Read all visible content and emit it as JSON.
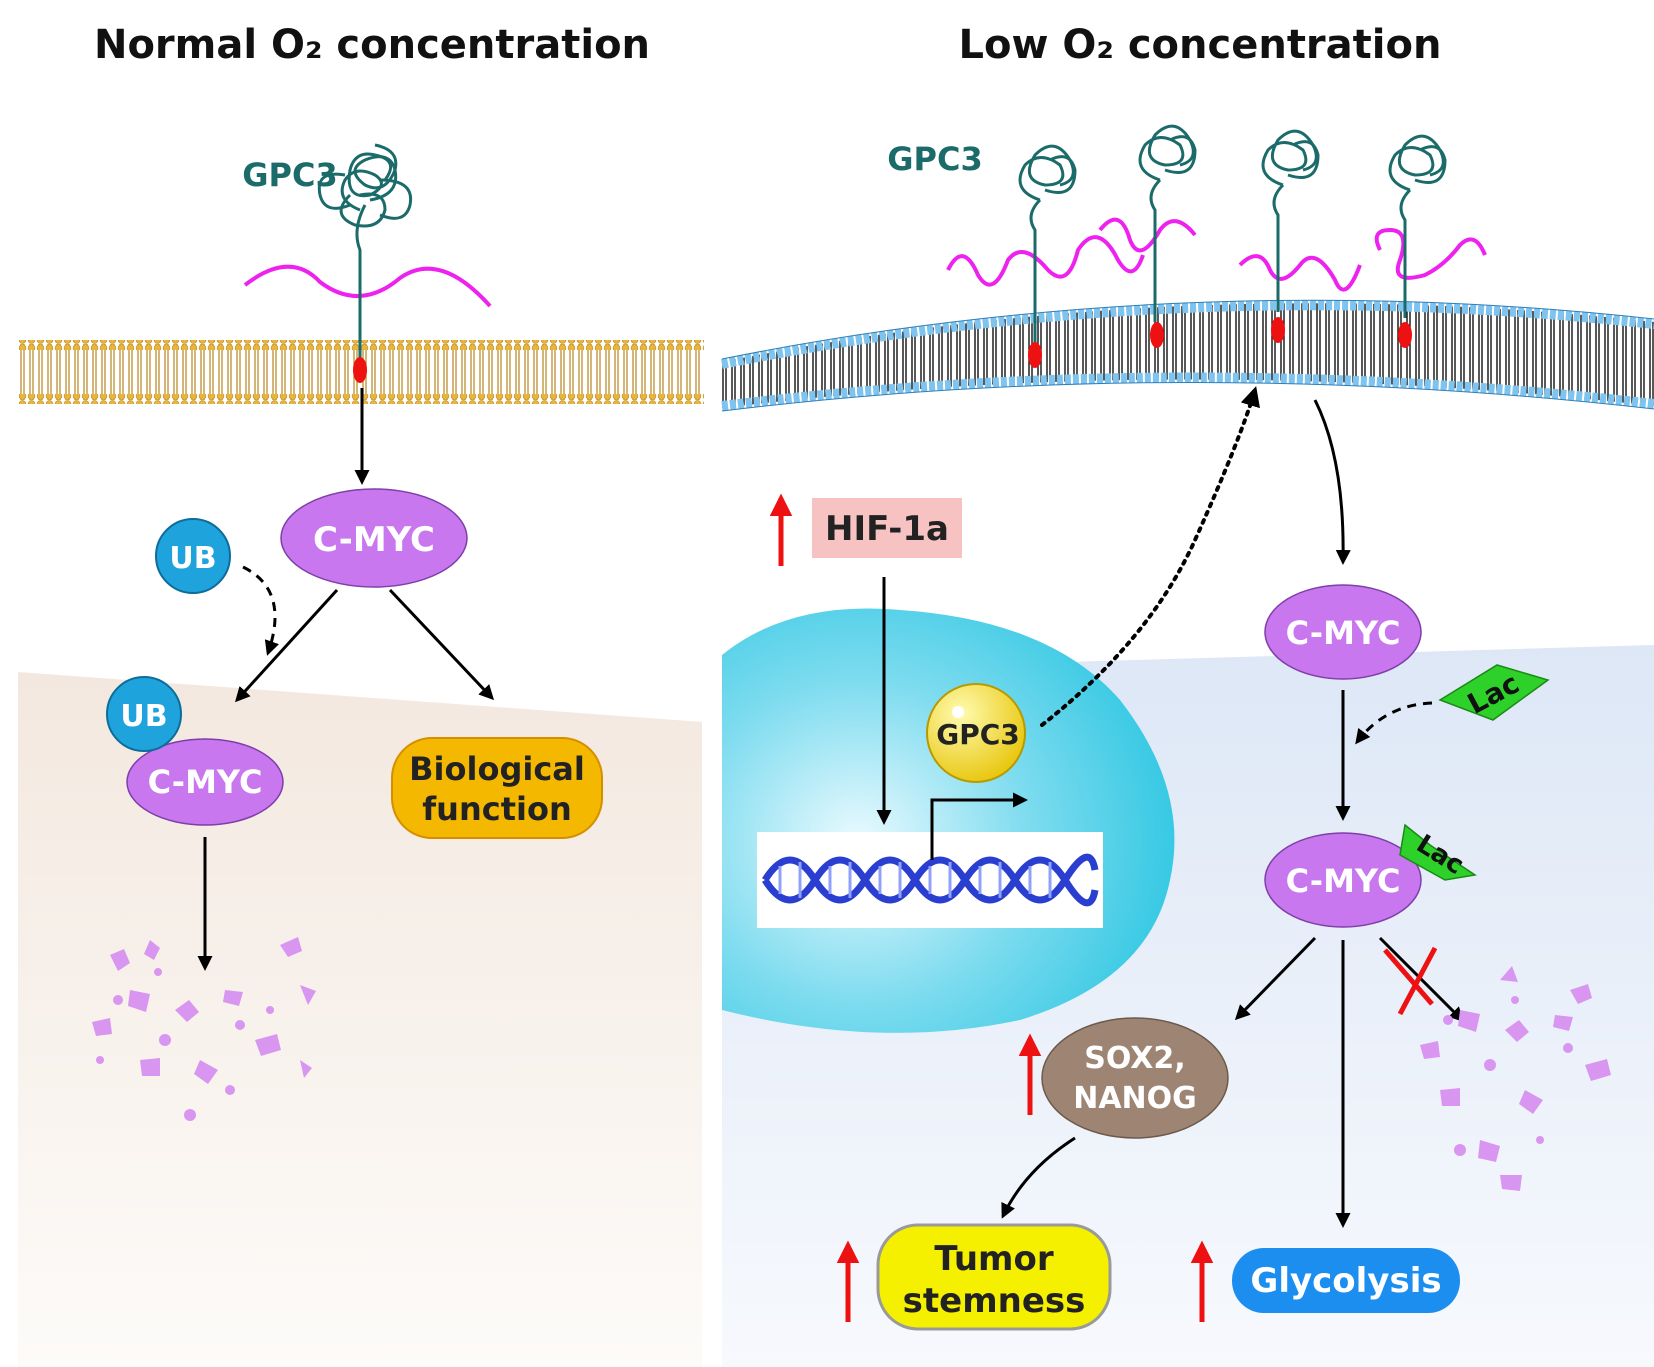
{
  "panels": {
    "normal": {
      "title": "Normal O₂ concentration",
      "gpc3": "GPC3",
      "cmyc": "C-MYC",
      "ub": "UB",
      "ub_bound": "UB",
      "cmyc_ub": "C-MYC",
      "biological_line1": "Biological",
      "biological_line2": "function"
    },
    "low": {
      "title": "Low O₂ concentration",
      "gpc3": "GPC3",
      "hif": "HIF-1a",
      "gpc3_ball": "GPC3",
      "cmyc": "C-MYC",
      "lac": "Lac",
      "cmyc_lac": "C-MYC",
      "lac_bound": "Lac",
      "sox_line1": "SOX2,",
      "sox_line2": "NANOG",
      "tumor_line1": "Tumor",
      "tumor_line2": "stemness",
      "glycolysis": "Glycolysis"
    }
  },
  "colors": {
    "purple": "#c877ee",
    "ub_blue": "#1ea3dc",
    "orange": "#f5b800",
    "yellow": "#f5f000",
    "glyco_blue": "#1c8ef0",
    "sox_brown": "#9e8573",
    "lac_green": "#2ed12a",
    "hif_bg": "#f6c2c2",
    "nucleus": "#42cde6",
    "red": "#ee1111",
    "gpc3_teal": "#1b6b6a",
    "magenta": "#ee22ee"
  }
}
